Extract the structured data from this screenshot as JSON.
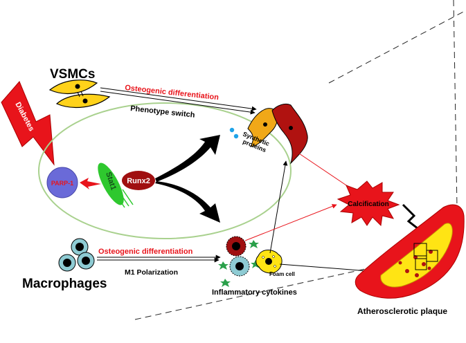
{
  "labels": {
    "vsmcs": "VSMCs",
    "macrophages": "Macrophages",
    "diabetes": "Diabetes",
    "parp1": "PARP-1",
    "stat1": "Stat1",
    "runx2": "Runx2",
    "osteo_top": "Osteogenic differentiation",
    "phenotype": "Phenotype switch",
    "synthetic_line1": "Synthetic",
    "synthetic_line2": "proteins",
    "osteo_bottom": "Osteogenic differentiation",
    "m1": "M1 Polarization",
    "inflammatory": "Inflammatory cytokines",
    "foam": "Foam cell",
    "calcification": "Calcification",
    "plaque": "Atherosclerotic plaque"
  },
  "colors": {
    "red": "#e8141b",
    "dark_red": "#9c1010",
    "yellow": "#ffd21a",
    "orange": "#f0a818",
    "green_ellipse": "#a9d18e",
    "parp_fill": "#6a6ad8",
    "stat_green": "#2ec82e",
    "runx_red": "#a00f10",
    "teal_cell": "#8ecbd3",
    "black": "#000000"
  }
}
